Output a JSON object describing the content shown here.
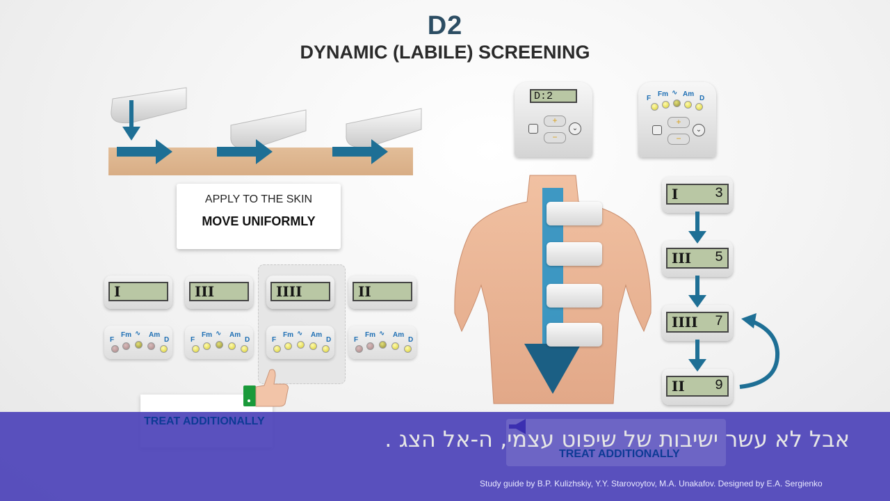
{
  "header": {
    "code": "D2",
    "title": "DYNAMIC (LABILE) SCREENING"
  },
  "instruction": {
    "line1": "APPLY TO THE SKIN",
    "line2": "MOVE UNIFORMLY"
  },
  "zone_readings": [
    "I",
    "III",
    "IIII",
    "II"
  ],
  "indicator_labels": {
    "f": "F",
    "fm": "Fm",
    "am": "Am",
    "d": "D"
  },
  "device_display": "D:2",
  "sequence": [
    {
      "level": "I",
      "value": "3"
    },
    {
      "level": "III",
      "value": "5"
    },
    {
      "level": "IIII",
      "value": "7"
    },
    {
      "level": "II",
      "value": "9"
    }
  ],
  "treat_label_left": "TREAT ADDITIONALLY",
  "treat_label_right": "TREAT ADDITIONALLY",
  "overlay": {
    "hebrew_subtitle": "אבל לא עשר ישיבות של שיפוט עצמי, ה-אל הצג .",
    "credit": "Study guide by B.P. Kulizhskiy,  Y.Y. Starovoytov, M.A. Unakafov. Designed by E.A. Sergienko"
  },
  "colors": {
    "arrow_blue": "#1e6f95",
    "title_navy": "#2c4d63",
    "subtitle_band": "#4c42b8"
  }
}
